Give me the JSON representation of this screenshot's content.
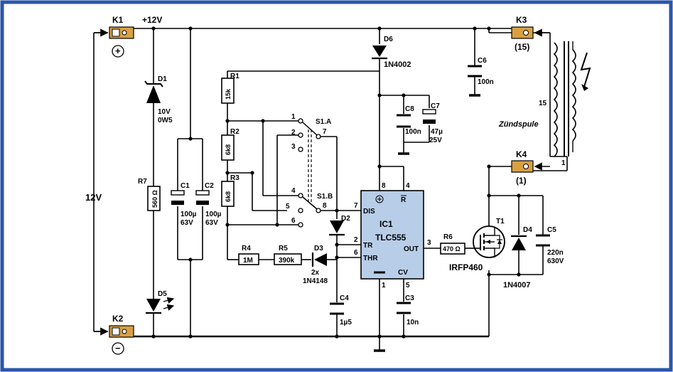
{
  "colors": {
    "frame": "#2a55a8",
    "ic_fill": "#b8cde8",
    "connector_fill": "#d9a043",
    "wire": "#000000"
  },
  "terminals": {
    "k1": "K1",
    "k2": "K2",
    "k3": "K3",
    "k4": "K4",
    "k3_pin": "(15)",
    "k4_pin": "(1)",
    "plus": "+",
    "minus": "−"
  },
  "supply": {
    "rail": "+12V",
    "input": "12V"
  },
  "diodes": {
    "d1": "D1",
    "d1_val1": "10V",
    "d1_val2": "0W5",
    "d2": "D2",
    "d3": "D3",
    "d3_qty": "2x",
    "d3_val": "1N4148",
    "d4": "D4",
    "d4_val": "1N4007",
    "d5": "D5",
    "d6": "D6",
    "d6_val": "1N4002"
  },
  "resistors": {
    "r1": "R1",
    "r1_val": "15k",
    "r2": "R2",
    "r2_val": "6k8",
    "r3": "R3",
    "r3_val": "6k8",
    "r4": "R4",
    "r4_val": "1M",
    "r5": "R5",
    "r5_val": "390k",
    "r6": "R6",
    "r6_val": "470 Ω",
    "r7": "R7",
    "r7_val": "560 Ω"
  },
  "capacitors": {
    "c1": "C1",
    "c1_v1": "100µ",
    "c1_v2": "63V",
    "c2": "C2",
    "c2_v1": "100µ",
    "c2_v2": "63V",
    "c3": "C3",
    "c3_val": "10n",
    "c4": "C4",
    "c4_val": "1µ5",
    "c5": "C5",
    "c5_v1": "220n",
    "c5_v2": "630V",
    "c6": "C6",
    "c6_val": "100n",
    "c7": "C7",
    "c7_v1": "47µ",
    "c7_v2": "25V",
    "c8": "C8",
    "c8_val": "100n"
  },
  "switch": {
    "s1a": "S1.A",
    "s1b": "S1.B",
    "p1": "1",
    "p2": "2",
    "p3": "3",
    "p4": "4",
    "p5": "5",
    "p6": "6",
    "p7": "7",
    "p8": "8"
  },
  "ic": {
    "name": "IC1",
    "part": "TLC555",
    "dis": "DIS",
    "tr": "TR",
    "thr": "THR",
    "out": "OUT",
    "r": "R",
    "cv": "CV",
    "pin1": "1",
    "pin2": "2",
    "pin3": "3",
    "pin4": "4",
    "pin5": "5",
    "pin6": "6",
    "pin7": "7",
    "pin8": "8"
  },
  "transistor": {
    "name": "T1",
    "part": "IRFP460"
  },
  "coil": {
    "name": "Zündspule",
    "pin15": "15",
    "pin1": "1"
  }
}
